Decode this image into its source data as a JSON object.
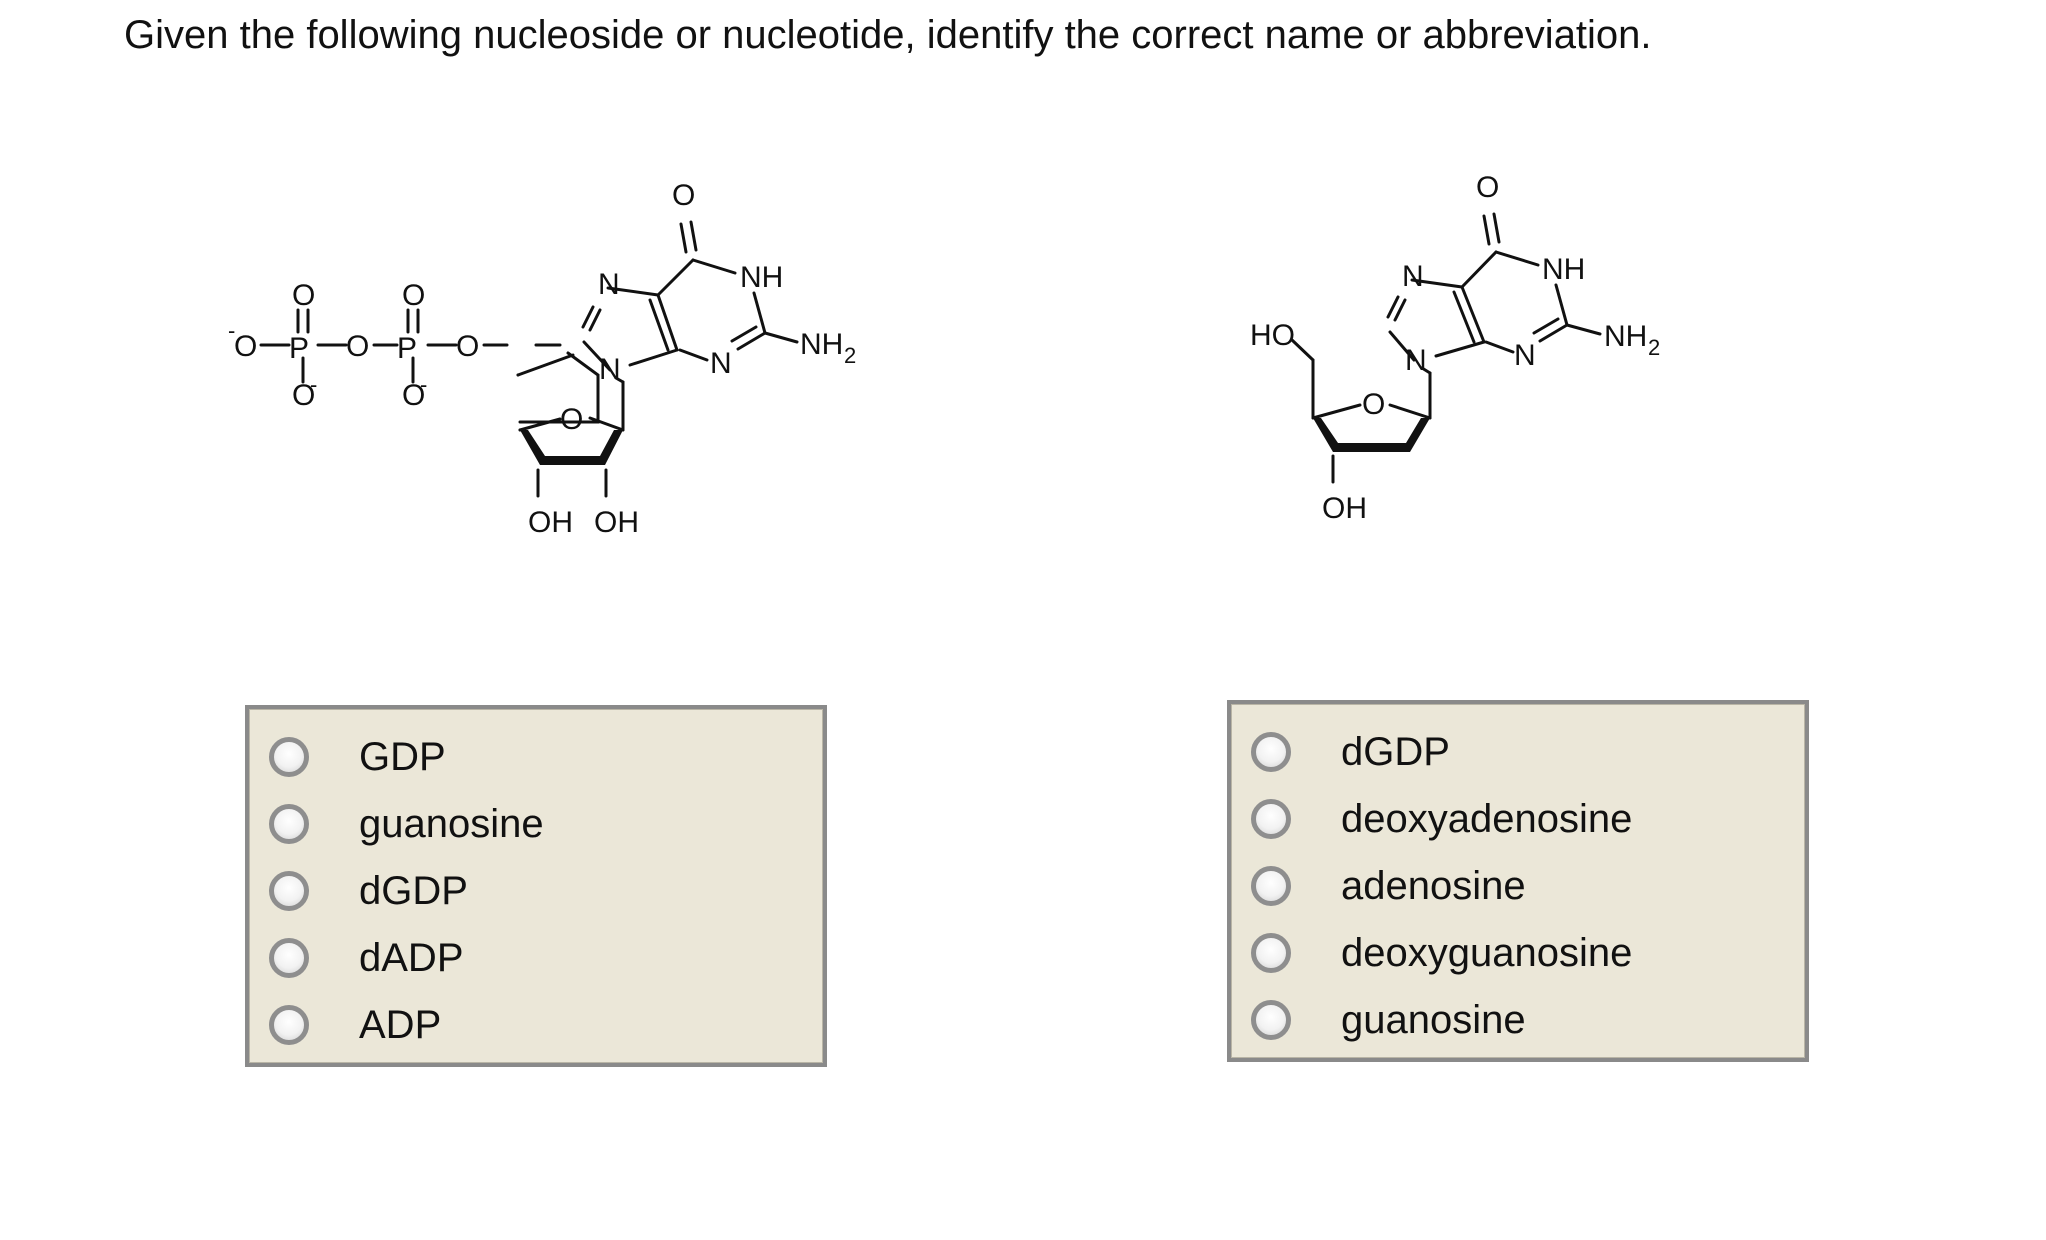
{
  "question": {
    "text": "Given the following nucleoside or nucleotide, identify the correct name or abbreviation."
  },
  "structure_left": {
    "atoms": {
      "o_top_1": "O",
      "o_top_2": "O",
      "o_minus_left": "O",
      "o_link_1": "O",
      "o_link_2": "O",
      "p_1": "P",
      "p_2": "P",
      "o_bottom_1": "O",
      "o_bottom_2": "O",
      "ring_o": "O",
      "oh_1": "OH",
      "oh_2": "OH",
      "n7": "N",
      "n9": "N",
      "n3": "N",
      "c6_o": "O",
      "nh": "NH",
      "nh2_main": "NH",
      "nh2_sub": "2"
    }
  },
  "structure_right": {
    "atoms": {
      "ho": "HO",
      "ring_o": "O",
      "oh": "OH",
      "n7": "N",
      "n9": "N",
      "n3": "N",
      "c6_o": "O",
      "nh": "NH",
      "nh2_main": "NH",
      "nh2_sub": "2"
    }
  },
  "options_left": [
    {
      "label": "GDP"
    },
    {
      "label": "guanosine"
    },
    {
      "label": "dGDP"
    },
    {
      "label": "dADP"
    },
    {
      "label": "ADP"
    }
  ],
  "options_right": [
    {
      "label": "dGDP"
    },
    {
      "label": "deoxyadenosine"
    },
    {
      "label": "adenosine"
    },
    {
      "label": "deoxyguanosine"
    },
    {
      "label": "guanosine"
    }
  ],
  "colors": {
    "panel_background": "#ebe7d8",
    "panel_border": "#8a8a8a",
    "radio_border": "#8e8e8e"
  }
}
